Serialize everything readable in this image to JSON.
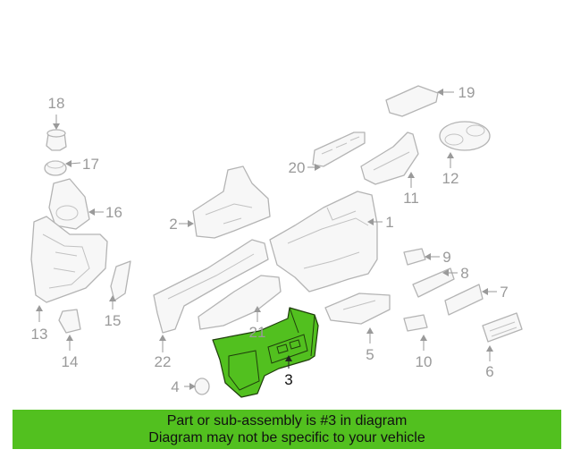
{
  "diagram": {
    "highlighted_part": "3",
    "callouts": [
      "1",
      "2",
      "3",
      "4",
      "5",
      "6",
      "7",
      "8",
      "9",
      "10",
      "11",
      "12",
      "13",
      "14",
      "15",
      "16",
      "17",
      "18",
      "19",
      "20",
      "21",
      "22"
    ]
  },
  "banner": {
    "line1": "Part or sub-assembly is #3 in diagram",
    "line2": "Diagram may not be specific to your vehicle"
  },
  "colors": {
    "highlight": "#52c01f",
    "line_art": "#b4b4b4",
    "callout_text": "#9a9a9a"
  }
}
